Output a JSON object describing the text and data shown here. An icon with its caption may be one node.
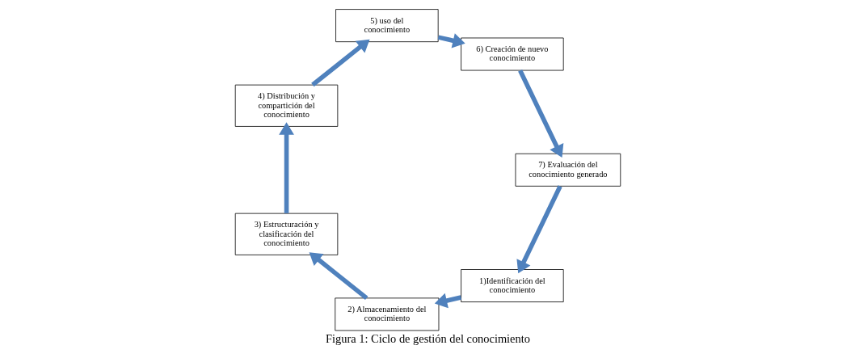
{
  "diagram": {
    "caption": "Figura 1: Ciclo de gestión del conocimiento",
    "nodes": [
      {
        "text": [
          "1)Identificación del conocimiento"
        ]
      },
      {
        "text": [
          "2) Almacenamiento del conocimiento"
        ]
      },
      {
        "text": [
          "3) Estructuración y clasificación del conocimiento"
        ]
      },
      {
        "text": [
          "4) Distribución y compartición del conocimiento"
        ]
      },
      {
        "text": [
          "5) uso del conocimiento"
        ]
      },
      {
        "text": [
          "6) Creación de nuevo conocimiento"
        ]
      },
      {
        "text": [
          "7) Evaluación del conocimiento generado"
        ]
      }
    ],
    "edges": [
      {
        "from": 6,
        "to": 0,
        "arrow": "to"
      },
      {
        "from": 0,
        "to": 1,
        "arrow": "to"
      },
      {
        "from": 1,
        "to": 2,
        "arrow": "to"
      },
      {
        "from": 2,
        "to": 3,
        "arrow": "to"
      },
      {
        "from": 3,
        "to": 4,
        "arrow": "to"
      },
      {
        "from": 4,
        "to": 5,
        "arrow": "to"
      },
      {
        "from": 5,
        "to": 6,
        "arrow": "to"
      }
    ]
  }
}
